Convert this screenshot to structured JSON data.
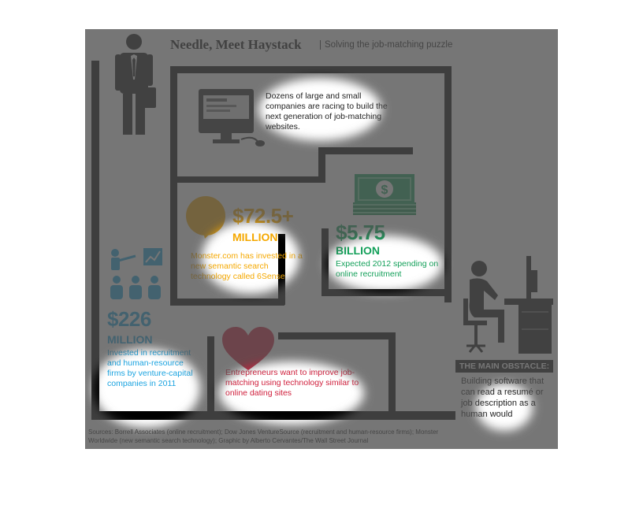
{
  "header": {
    "title": "Needle, Meet Haystack",
    "subtitle": "Solving the job-matching puzzle"
  },
  "panels": {
    "websites": {
      "text": "Dozens of large and small companies are racing to build the next generation of job-matching websites.",
      "icon": "computer-monitor-icon"
    },
    "monster": {
      "amount": "$72.5+",
      "unit": "MILLION",
      "text": "Monster.com has invested in a new semantic search technology called 6Sense",
      "color": "#f5a800",
      "icon": "orange-circle-icon"
    },
    "spending": {
      "amount": "$5.75",
      "unit": "BILLION",
      "text": "Expected 2012 spending on online recruitment",
      "color": "#14a05a",
      "icon": "dollar-bills-icon"
    },
    "venture": {
      "amount": "$226",
      "unit": "MILLION",
      "text": "Invested in recruitment and human-resource firms by venture-capital companies in 2011",
      "color": "#1aa3e0",
      "icon": "presentation-audience-icon"
    },
    "dating": {
      "text": "Entrepreneurs want to improve job-matching using technology similar to online dating sites",
      "color": "#d01f3c",
      "icon": "heart-icon"
    },
    "obstacle": {
      "heading": "THE MAIN OBSTACLE:",
      "text": "Building software that can read a resumé or job description as a human would",
      "icon": "person-at-desk-icon"
    }
  },
  "figure_icon": "businessman-icon",
  "source": "Sources: Borrell Associates (online recruitment); Dow Jones VentureSource (recruitment and human-resource firms); Monster Worldwide (new semantic search technology); Graphic by Alberto Cervantes/The Wall Street Journal"
}
